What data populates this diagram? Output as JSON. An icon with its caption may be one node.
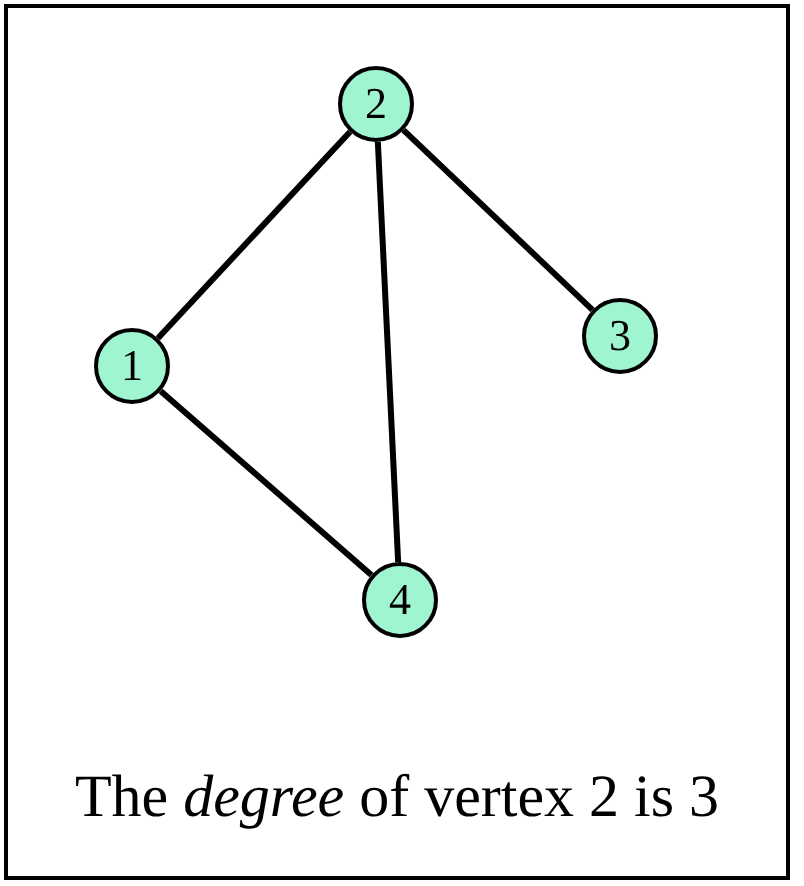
{
  "diagram": {
    "nodes": [
      {
        "text": [
          "2"
        ]
      },
      {
        "text": [
          "1"
        ]
      },
      {
        "text": [
          "3"
        ]
      },
      {
        "text": [
          "4"
        ]
      }
    ],
    "edges": [
      {
        "from": 1,
        "to": 0,
        "arrow": "none"
      },
      {
        "from": 0,
        "to": 2,
        "arrow": "none"
      },
      {
        "from": 0,
        "to": 3,
        "arrow": "none"
      },
      {
        "from": 1,
        "to": 3,
        "arrow": "none"
      }
    ],
    "caption": "The *degree* of vertex 2 is 3"
  }
}
